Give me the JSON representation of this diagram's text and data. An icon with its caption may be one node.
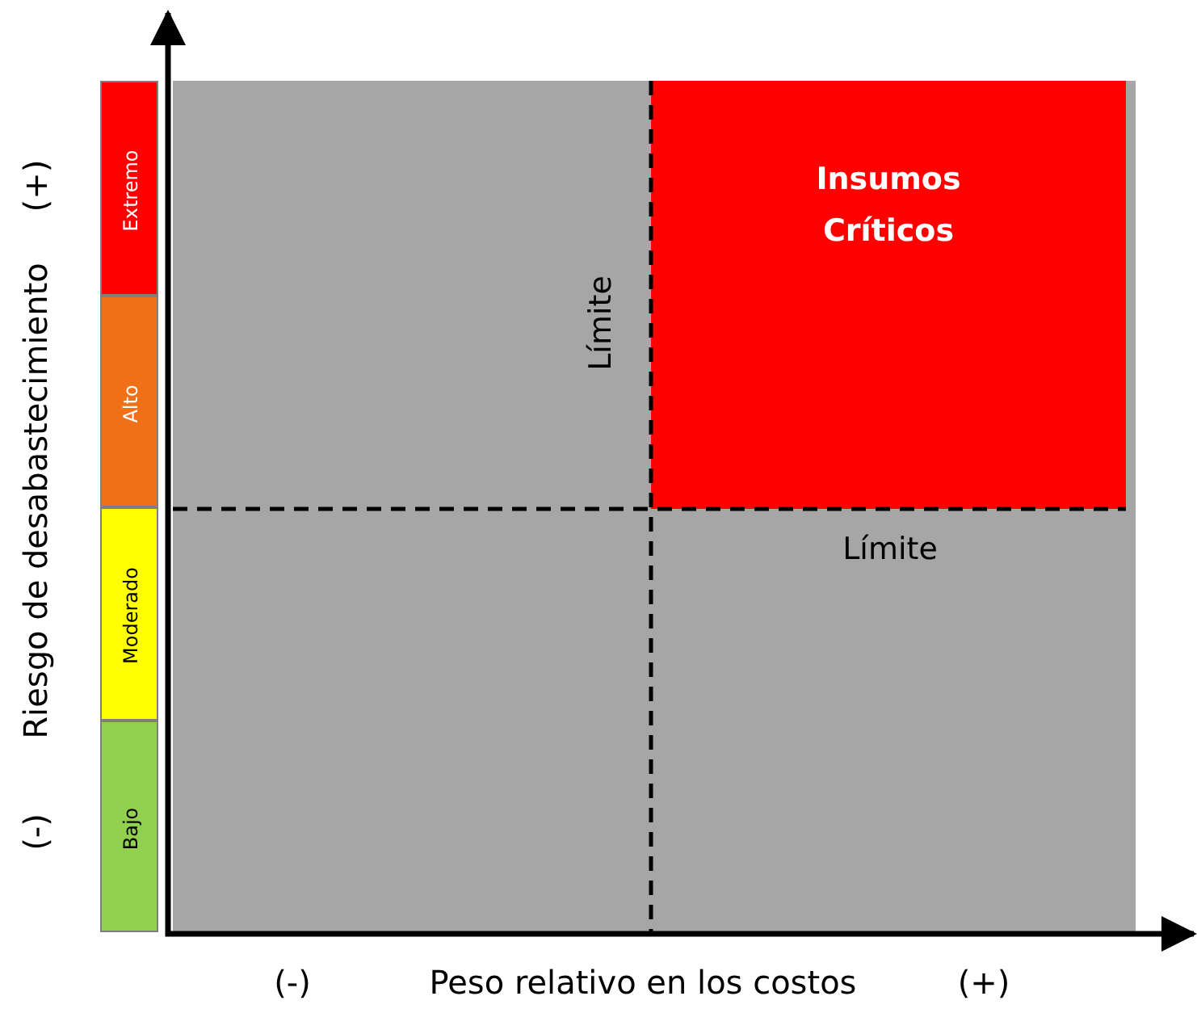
{
  "diagram": {
    "nodes": [
      {
        "text": [
          "Extremo"
        ]
      },
      {
        "text": [
          "Alto"
        ]
      },
      {
        "text": [
          "Moderado"
        ]
      },
      {
        "text": [
          "Bajo"
        ]
      },
      {
        "text": [
          "Insumos Críticos"
        ]
      }
    ],
    "labels": [
      "(-)",
      "Riesgo de desabastecimiento",
      "(+)",
      "Límite",
      "Límite",
      "(-)",
      "Peso relativo en los costos",
      "(+)"
    ]
  }
}
